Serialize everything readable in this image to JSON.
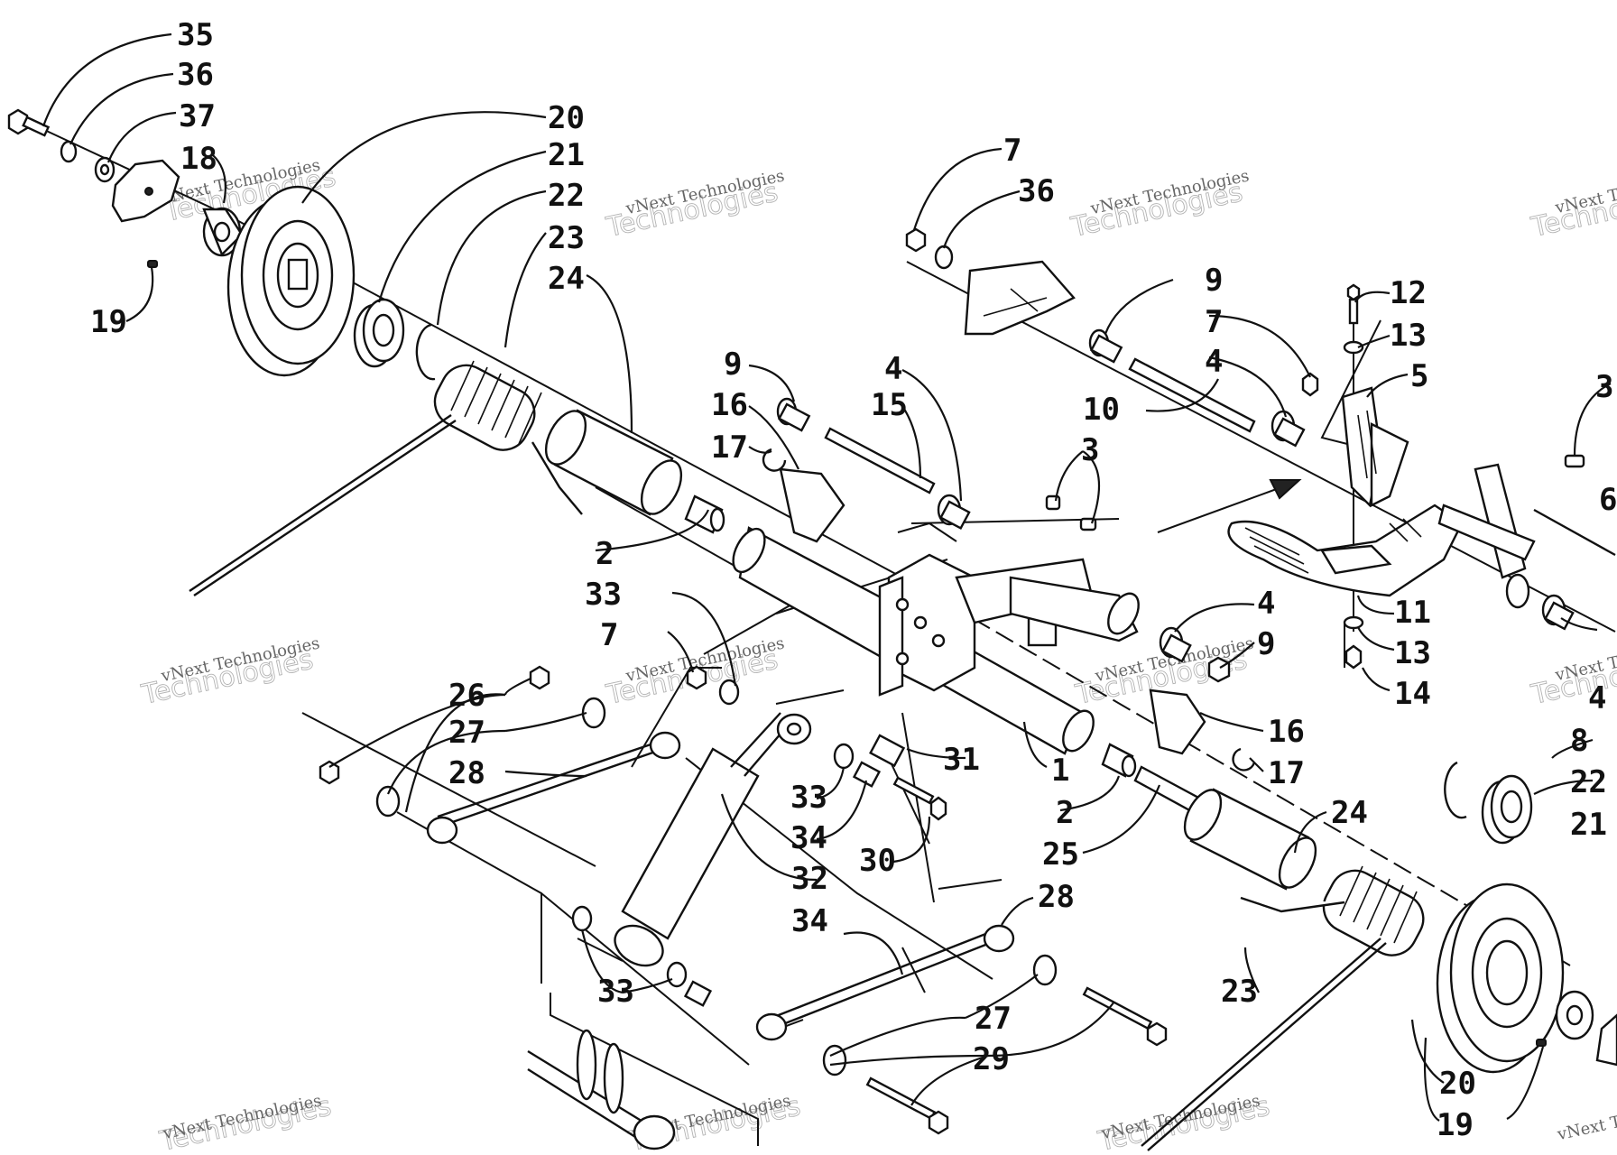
{
  "watermark": {
    "line1": "vNext Technologies",
    "line2": "Technologies"
  },
  "callouts": [
    {
      "id": "c35a",
      "text": "35"
    },
    {
      "id": "c36a",
      "text": "36"
    },
    {
      "id": "c37",
      "text": "37"
    },
    {
      "id": "c18",
      "text": "18"
    },
    {
      "id": "c19a",
      "text": "19"
    },
    {
      "id": "c20a",
      "text": "20"
    },
    {
      "id": "c21a",
      "text": "21"
    },
    {
      "id": "c22a",
      "text": "22"
    },
    {
      "id": "c23a",
      "text": "23"
    },
    {
      "id": "c24a",
      "text": "24"
    },
    {
      "id": "c2a",
      "text": "2"
    },
    {
      "id": "c9a",
      "text": "9"
    },
    {
      "id": "c16a",
      "text": "16"
    },
    {
      "id": "c17a",
      "text": "17"
    },
    {
      "id": "c4a",
      "text": "4"
    },
    {
      "id": "c15",
      "text": "15"
    },
    {
      "id": "c3",
      "text": "3"
    },
    {
      "id": "c7a",
      "text": "7"
    },
    {
      "id": "c36b",
      "text": "36"
    },
    {
      "id": "c9b",
      "text": "9"
    },
    {
      "id": "c10",
      "text": "10"
    },
    {
      "id": "c7b",
      "text": "7"
    },
    {
      "id": "c4b",
      "text": "4"
    },
    {
      "id": "c12",
      "text": "12"
    },
    {
      "id": "c13a",
      "text": "13"
    },
    {
      "id": "c5",
      "text": "5"
    },
    {
      "id": "c3b",
      "text": "3"
    },
    {
      "id": "c6",
      "text": "6"
    },
    {
      "id": "c11",
      "text": "11"
    },
    {
      "id": "c13b",
      "text": "13"
    },
    {
      "id": "c14",
      "text": "14"
    },
    {
      "id": "c4c",
      "text": "4"
    },
    {
      "id": "c9c",
      "text": "9"
    },
    {
      "id": "c33a",
      "text": "33"
    },
    {
      "id": "c7c",
      "text": "7"
    },
    {
      "id": "c26",
      "text": "26"
    },
    {
      "id": "c27a",
      "text": "27"
    },
    {
      "id": "c28a",
      "text": "28"
    },
    {
      "id": "c31",
      "text": "31"
    },
    {
      "id": "c1",
      "text": "1"
    },
    {
      "id": "c16b",
      "text": "16"
    },
    {
      "id": "c17b",
      "text": "17"
    },
    {
      "id": "c4d",
      "text": "4"
    },
    {
      "id": "c8",
      "text": "8"
    },
    {
      "id": "c22b",
      "text": "22"
    },
    {
      "id": "c21b",
      "text": "21"
    },
    {
      "id": "c33b",
      "text": "33"
    },
    {
      "id": "c34a",
      "text": "34"
    },
    {
      "id": "c30",
      "text": "30"
    },
    {
      "id": "c2b",
      "text": "2"
    },
    {
      "id": "c25",
      "text": "25"
    },
    {
      "id": "c24b",
      "text": "24"
    },
    {
      "id": "c32",
      "text": "32"
    },
    {
      "id": "c28b",
      "text": "28"
    },
    {
      "id": "c34b",
      "text": "34"
    },
    {
      "id": "c33c",
      "text": "33"
    },
    {
      "id": "c23b",
      "text": "23"
    },
    {
      "id": "c27b",
      "text": "27"
    },
    {
      "id": "c29",
      "text": "29"
    },
    {
      "id": "c20b",
      "text": "20"
    },
    {
      "id": "c19b",
      "text": "19"
    }
  ]
}
